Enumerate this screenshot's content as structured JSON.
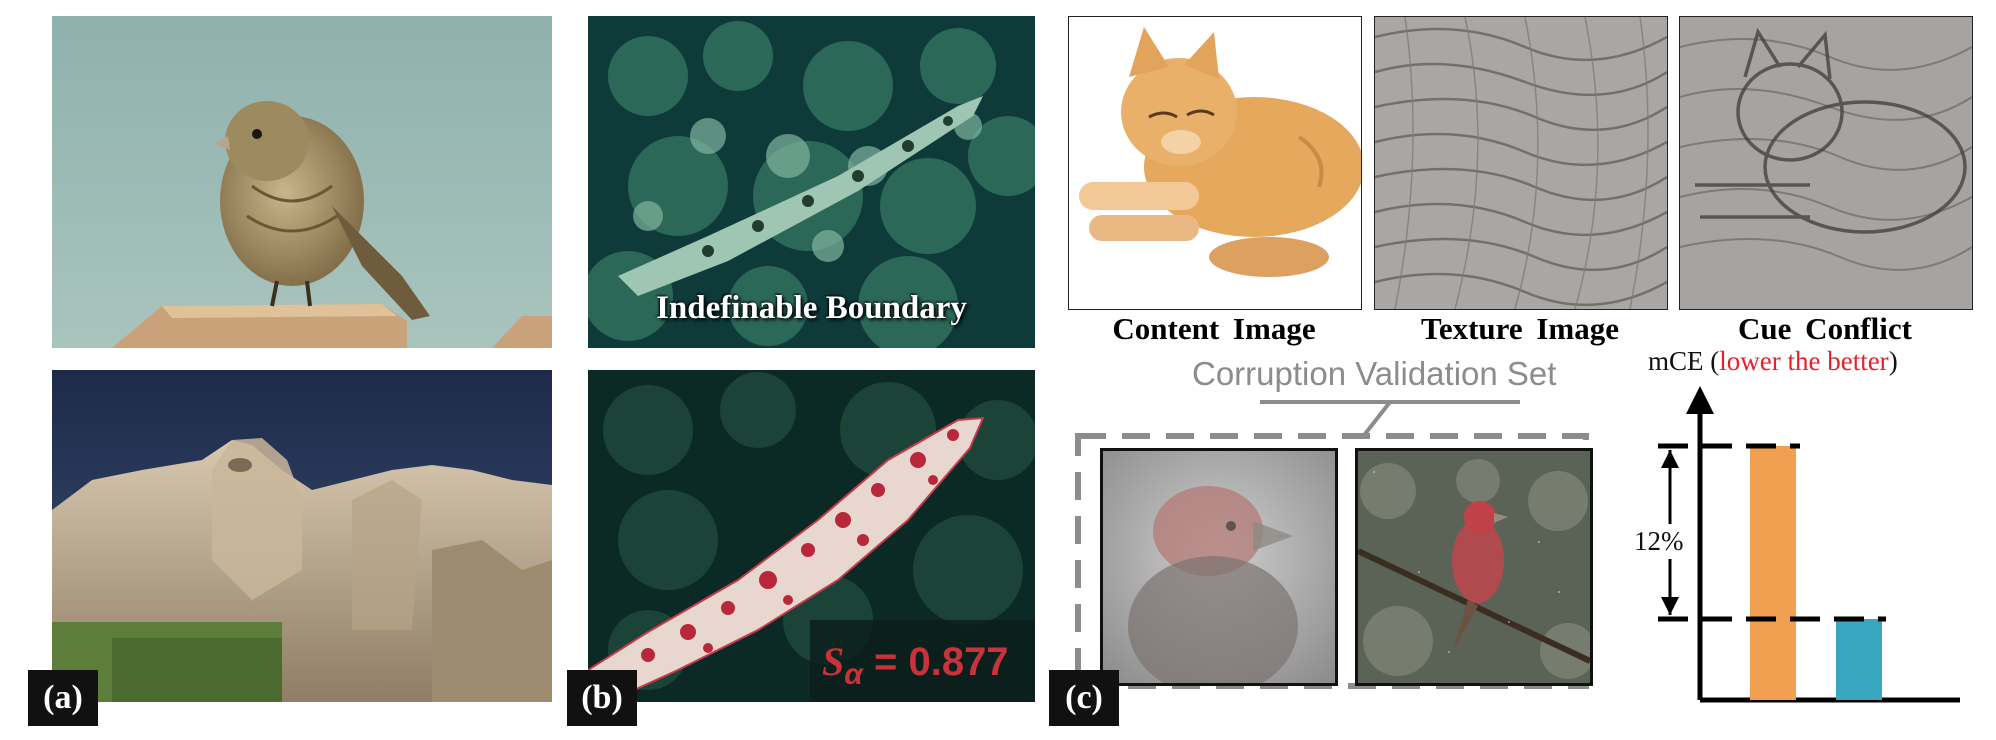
{
  "panels": {
    "a": {
      "label": "(a)"
    },
    "b": {
      "label": "(b)",
      "overlay_text": "Indefinable Boundary",
      "score_symbol": "S",
      "score_subscript": "α",
      "score_text": "= 0.877"
    },
    "c": {
      "label": "(c)",
      "captions": {
        "content": "Content  Image",
        "texture": "Texture  Image",
        "conflict": "Cue  Conflict"
      },
      "corruption_title": "Corruption Validation Set",
      "chart_title_prefix": "mCE (",
      "chart_title_highlight": "lower the better",
      "chart_title_suffix": ")",
      "gap_label": "12%"
    }
  },
  "colors": {
    "orange_bar": "#f0a050",
    "blue_bar": "#3aa7c0",
    "highlight": "#e8202a",
    "score": "#c8323a"
  },
  "chart_data": {
    "type": "bar",
    "title": "mCE (lower the better)",
    "categories": [
      "",
      ""
    ],
    "values": [
      100,
      88
    ],
    "annotations": [
      "12%"
    ]
  }
}
